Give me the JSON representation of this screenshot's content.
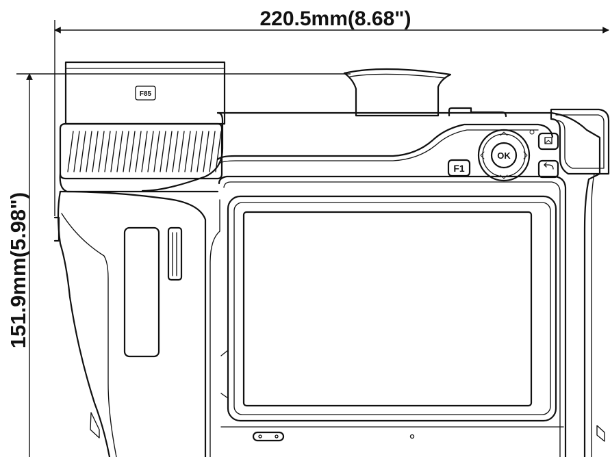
{
  "dimensions": {
    "width_label": "220.5mm(8.68\")",
    "height_label": "151.9mm(5.98\")"
  },
  "buttons": {
    "ok": "OK",
    "f1": "F1",
    "lens_label": "F85"
  }
}
